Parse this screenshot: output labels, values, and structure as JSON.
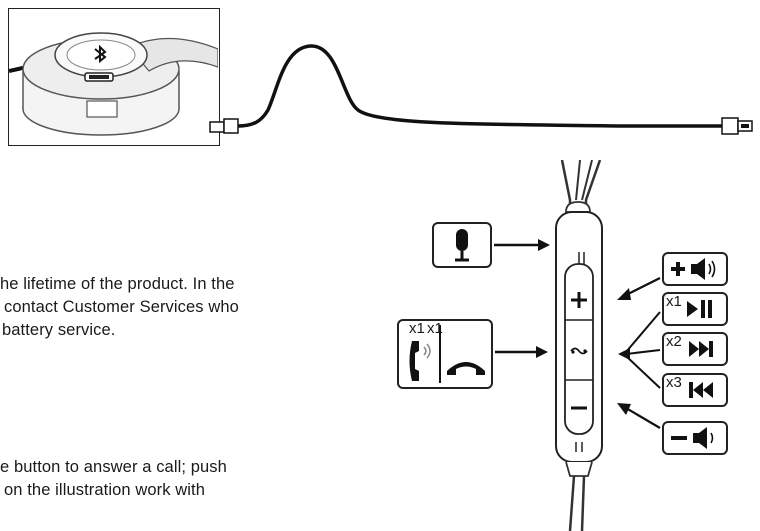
{
  "paragraph_1": {
    "line_1": "he lifetime of the product. In the",
    "line_2": "contact Customer Services who",
    "line_3": "battery service."
  },
  "paragraph_2": {
    "line_1": "e button to answer a call; push",
    "line_2": "on the illustration work with"
  },
  "labels": {
    "call_press_count_1": "x1",
    "call_press_count_2": "x1",
    "play_pause_press_count": "x1",
    "next_track_press_count": "x2",
    "prev_track_press_count": "x3"
  }
}
